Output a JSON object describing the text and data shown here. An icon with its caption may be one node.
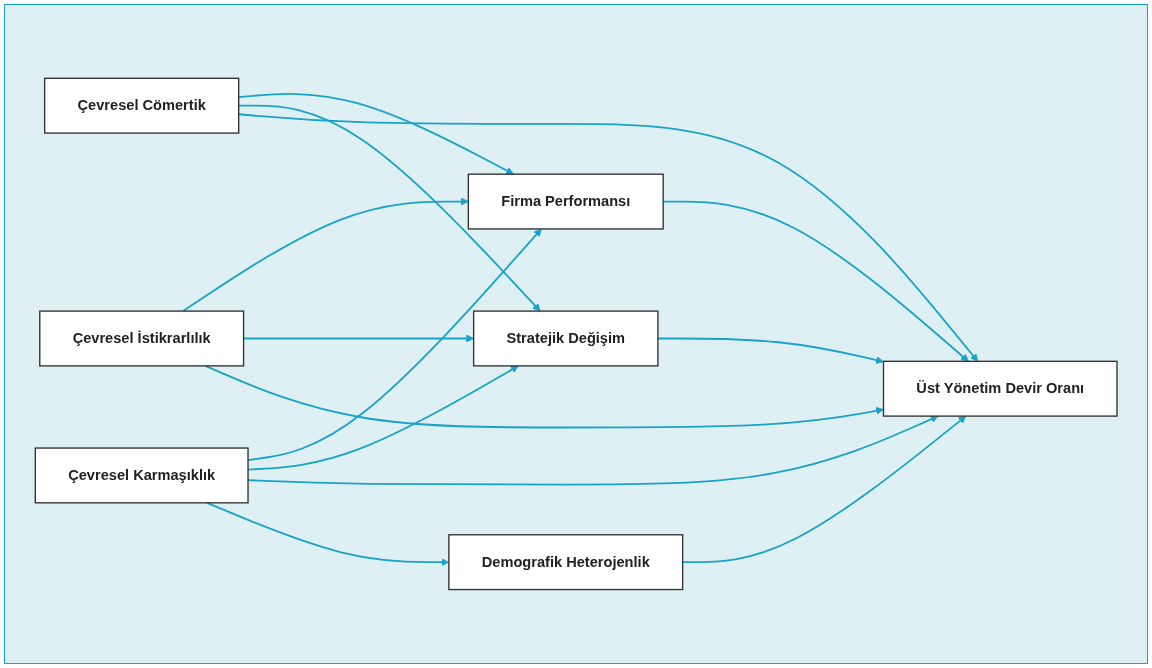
{
  "diagram": {
    "nodes": [
      {
        "text": [
          "Çevresel Cömertik"
        ]
      },
      {
        "text": [
          "Çevresel İstikrarlılık"
        ]
      },
      {
        "text": [
          "Çevresel Karmaşıklık"
        ]
      },
      {
        "text": [
          "Firma Performansı"
        ]
      },
      {
        "text": [
          "Stratejik Değişim"
        ]
      },
      {
        "text": [
          "Demografik Heterojenlik"
        ]
      },
      {
        "text": [
          "Üst Yönetim Devir Oranı"
        ]
      }
    ],
    "edges": [
      {
        "from": 0,
        "to": 3,
        "arrow": "to"
      },
      {
        "from": 0,
        "to": 4,
        "arrow": "to"
      },
      {
        "from": 0,
        "to": 6,
        "arrow": "to"
      },
      {
        "from": 1,
        "to": 3,
        "arrow": "to"
      },
      {
        "from": 1,
        "to": 4,
        "arrow": "to"
      },
      {
        "from": 1,
        "to": 6,
        "arrow": "to"
      },
      {
        "from": 2,
        "to": 3,
        "arrow": "to"
      },
      {
        "from": 2,
        "to": 4,
        "arrow": "to"
      },
      {
        "from": 2,
        "to": 6,
        "arrow": "to"
      },
      {
        "from": 2,
        "to": 5,
        "arrow": "to"
      },
      {
        "from": 3,
        "to": 6,
        "arrow": "to"
      },
      {
        "from": 4,
        "to": 6,
        "arrow": "to"
      },
      {
        "from": 5,
        "to": 6,
        "arrow": "to"
      }
    ]
  }
}
